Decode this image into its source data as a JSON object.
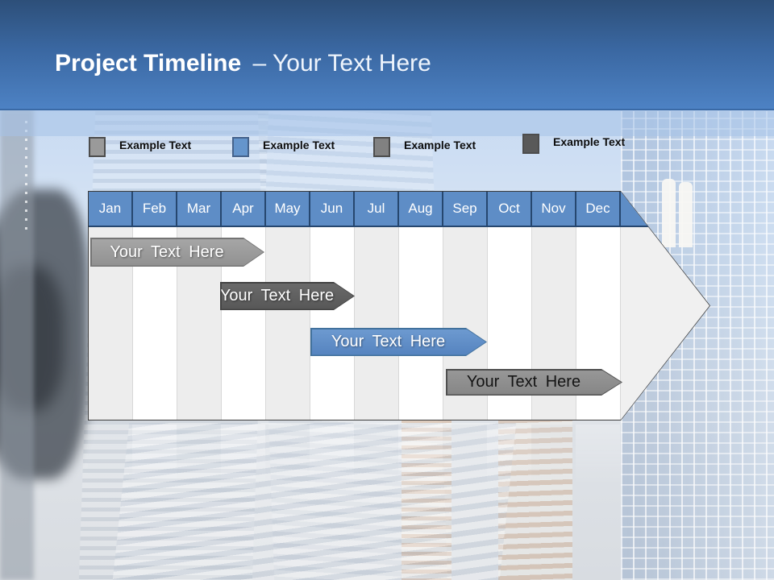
{
  "header": {
    "title_main": "Project Timeline",
    "title_suffix": "– Your Text Here"
  },
  "legend": {
    "items": [
      {
        "label": "Example Text",
        "color": "#9a9a9a"
      },
      {
        "label": "Example Text",
        "color": "#6595cc"
      },
      {
        "label": "Example Text",
        "color": "#818181"
      },
      {
        "label": "Example Text",
        "color": "#595959"
      }
    ]
  },
  "timeline": {
    "months": [
      "Jan",
      "Feb",
      "Mar",
      "Apr",
      "May",
      "Jun",
      "Jul",
      "Aug",
      "Sep",
      "Oct",
      "Nov",
      "Dec"
    ],
    "bars": [
      {
        "label": "Your Text Here",
        "color": "#9b9b9b",
        "text_color": "#ffffff",
        "span": "Jan–Mar"
      },
      {
        "label": "Your Text Here",
        "color": "#606060",
        "text_color": "#ffffff",
        "span": "Apr–Jun"
      },
      {
        "label": "Your Text Here",
        "color": "#5b8ac5",
        "text_color": "#ffffff",
        "span": "Jun–Oct"
      },
      {
        "label": "Your Text Here",
        "color": "#8c8c8c",
        "text_color": "#1a1a1a",
        "span": "Sep–Dec"
      }
    ],
    "shape_fill": "#f0f0f0",
    "month_header_fill": "#5e8dc6"
  }
}
